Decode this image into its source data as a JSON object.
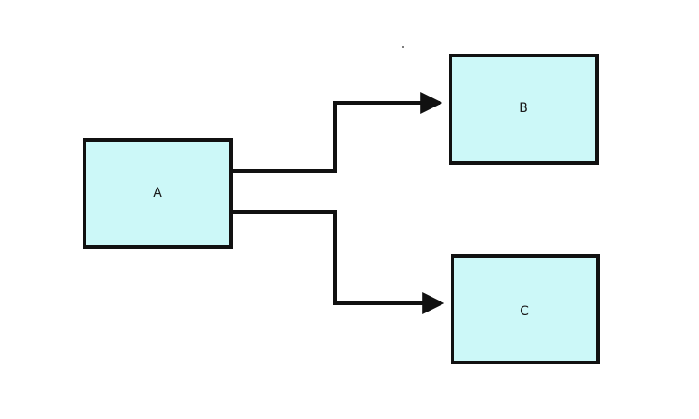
{
  "diagram": {
    "colors": {
      "node_fill": "#ccf8f8",
      "node_stroke": "#111111",
      "edge_stroke": "#111111",
      "background": "#ffffff"
    },
    "nodes": [
      {
        "id": "A",
        "label": "A"
      },
      {
        "id": "B",
        "label": "B"
      },
      {
        "id": "C",
        "label": "C"
      }
    ],
    "edges": [
      {
        "from": "A",
        "to": "B"
      },
      {
        "from": "A",
        "to": "C"
      }
    ]
  }
}
